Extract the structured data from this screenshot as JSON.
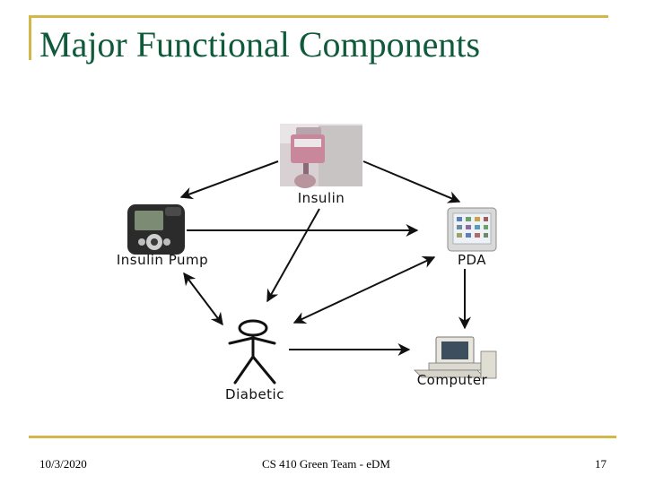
{
  "slide": {
    "title": "Major Functional Components",
    "footer_date": "10/3/2020",
    "footer_center": "CS 410 Green Team - eDM",
    "page_number": "17"
  },
  "diagram": {
    "nodes": {
      "insulin": "Insulin",
      "insulin_pump": "Insulin Pump",
      "pda": "PDA",
      "diabetic": "Diabetic",
      "computer": "Computer"
    },
    "edges": [
      {
        "from": "Insulin",
        "to": "Insulin Pump"
      },
      {
        "from": "Insulin",
        "to": "PDA"
      },
      {
        "from": "Insulin",
        "to": "Diabetic"
      },
      {
        "from": "Insulin Pump",
        "to": "PDA"
      },
      {
        "from": "Insulin Pump",
        "to": "Diabetic",
        "bidirectional": true
      },
      {
        "from": "PDA",
        "to": "Diabetic",
        "bidirectional": true
      },
      {
        "from": "PDA",
        "to": "Computer"
      },
      {
        "from": "Diabetic",
        "to": "Computer"
      }
    ]
  },
  "colors": {
    "title": "#0e5a3a",
    "rule": "#d4b74a",
    "arrow": "#111111"
  }
}
